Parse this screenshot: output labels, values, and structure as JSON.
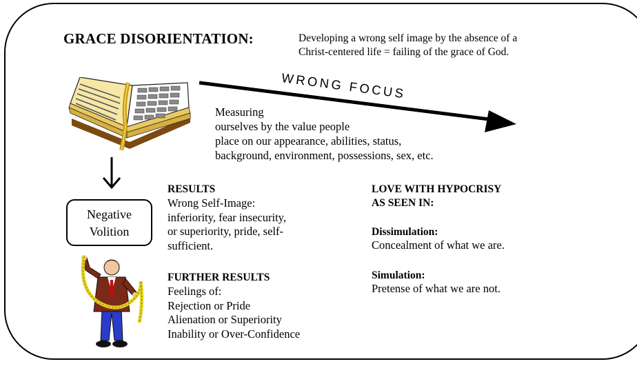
{
  "diagram": {
    "title_bold": "GRACE DISORIENTATION:",
    "title_definition_line1": "Developing a wrong self image by the absence of a",
    "title_definition_line2": "Christ-centered life = failing of the grace of God.",
    "arrow_label": "WRONG FOCUS",
    "measuring_text": "Measuring\nourselves by the value people\nplace on our appearance, abilities, status,\nbackground, environment, possessions, sex, etc.",
    "negative_volition": {
      "line1": "Negative",
      "line2": "Volition"
    },
    "results": {
      "heading": "RESULTS",
      "body": "Wrong Self-Image:\ninferiority, fear insecurity,\nor superiority, pride, self-\nsufficient."
    },
    "further_results": {
      "heading": "FURTHER RESULTS",
      "body": "Feelings of:\nRejection or Pride\nAlienation or Superiority\nInability or Over-Confidence"
    },
    "love_hypocrisy": {
      "heading_line1": "LOVE WITH HYPOCRISY",
      "heading_line2": "AS SEEN IN:"
    },
    "dissimulation": {
      "heading": "Dissimulation:",
      "body": "Concealment of what we are."
    },
    "simulation": {
      "heading": "Simulation:",
      "body": "Pretense of what we are not."
    }
  },
  "icons": [
    "open-bible-icon",
    "down-arrow-icon",
    "wrong-focus-arrow-icon",
    "man-with-tape-measure-icon"
  ]
}
